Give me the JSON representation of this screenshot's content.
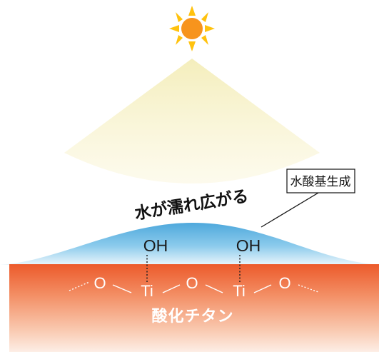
{
  "labels": {
    "spreading": "水が濡れ広がる",
    "hydroxyl_group": "水酸基生成",
    "substrate": "酸化チタン"
  },
  "surface_groups": {
    "oh_left": "OH",
    "oh_right": "OH"
  },
  "lattice": {
    "o_1": "O",
    "ti_1": "Ti",
    "o_2": "O",
    "ti_2": "Ti",
    "o_3": "O"
  },
  "icons": {
    "sun": "sun-icon"
  },
  "colors": {
    "sun_core": "#f7941d",
    "sun_rays": "#ffcb05",
    "light_beam": "#f7f0b0",
    "water_top": "#3aa0d8",
    "water_bottom": "#e6f4fb",
    "substrate_top": "#ee5a2a",
    "substrate_bottom": "#fde8dd"
  }
}
